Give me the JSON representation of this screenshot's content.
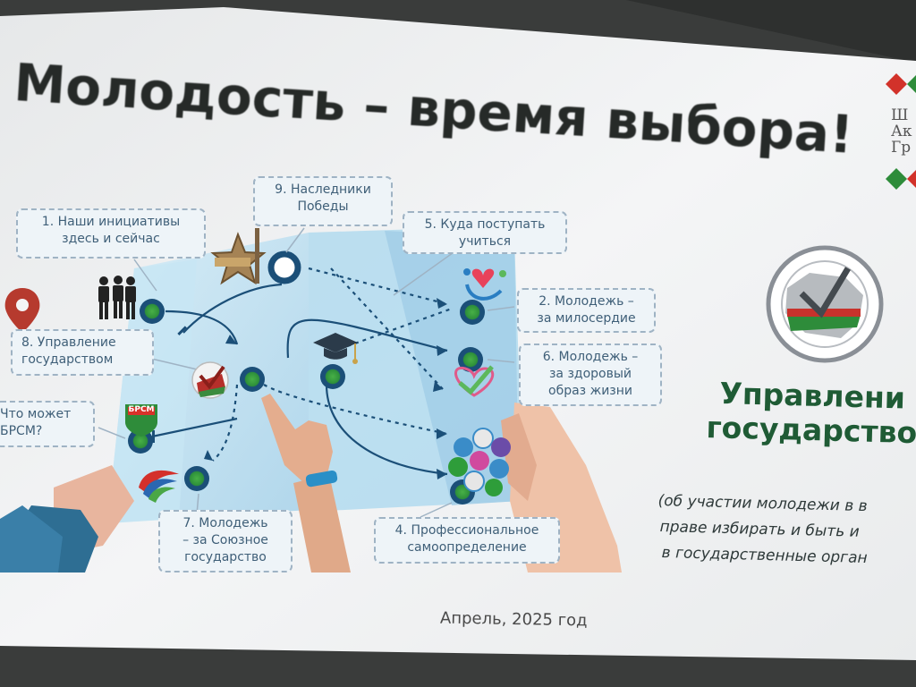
{
  "slide": {
    "title": "Молодость – время выбора!",
    "date": "Апрель, 2025 год"
  },
  "callouts": {
    "c1": [
      "1. Наши инициативы",
      "здесь и сейчас"
    ],
    "c9": [
      "9. Наследники",
      "Победы"
    ],
    "c5": [
      "5. Куда поступать",
      "учиться"
    ],
    "c2": [
      "2. Молодежь –",
      "за милосердие"
    ],
    "c6": [
      "6. Молодежь –",
      "за здоровый",
      "образ жизни"
    ],
    "c8": [
      "8. Управление",
      "государством"
    ],
    "cq": [
      "Что может",
      "БРСМ?"
    ],
    "c7": [
      "7. Молодежь",
      "– за Союзное",
      "государство"
    ],
    "c4": [
      "4. Профессиональное",
      "самоопределение"
    ]
  },
  "right_panel": {
    "logo_text": [
      "Ш",
      "Ак",
      "Гр"
    ],
    "heading_line1": "Управлени",
    "heading_line2": "государство",
    "subtitle_line1": "(об участии молодежи в в",
    "subtitle_line2": "праве избирать и быть и",
    "subtitle_line3": "в государственные орган"
  },
  "badges": {
    "brsm": "БРСМ"
  },
  "colors": {
    "slide_bg": "#f2f3f4",
    "map_blue": "#bfe0f1",
    "node_navy": "#1b4f78",
    "node_green": "#2e9d3a",
    "heading_green": "#1f5b35",
    "callout_text": "#3f5f78",
    "arrow": "#1b4f78",
    "pin_red": "#b63a2e"
  },
  "icons": [
    "location-pin-icon",
    "people-icon",
    "star-monument-icon",
    "graduation-cap-icon",
    "heart-hands-icon",
    "heart-check-icon",
    "election-check-icon",
    "brsm-badge-icon",
    "union-logo-icon",
    "community-circles-icon",
    "election-commission-emblem-icon",
    "pointing-hand-icon"
  ]
}
